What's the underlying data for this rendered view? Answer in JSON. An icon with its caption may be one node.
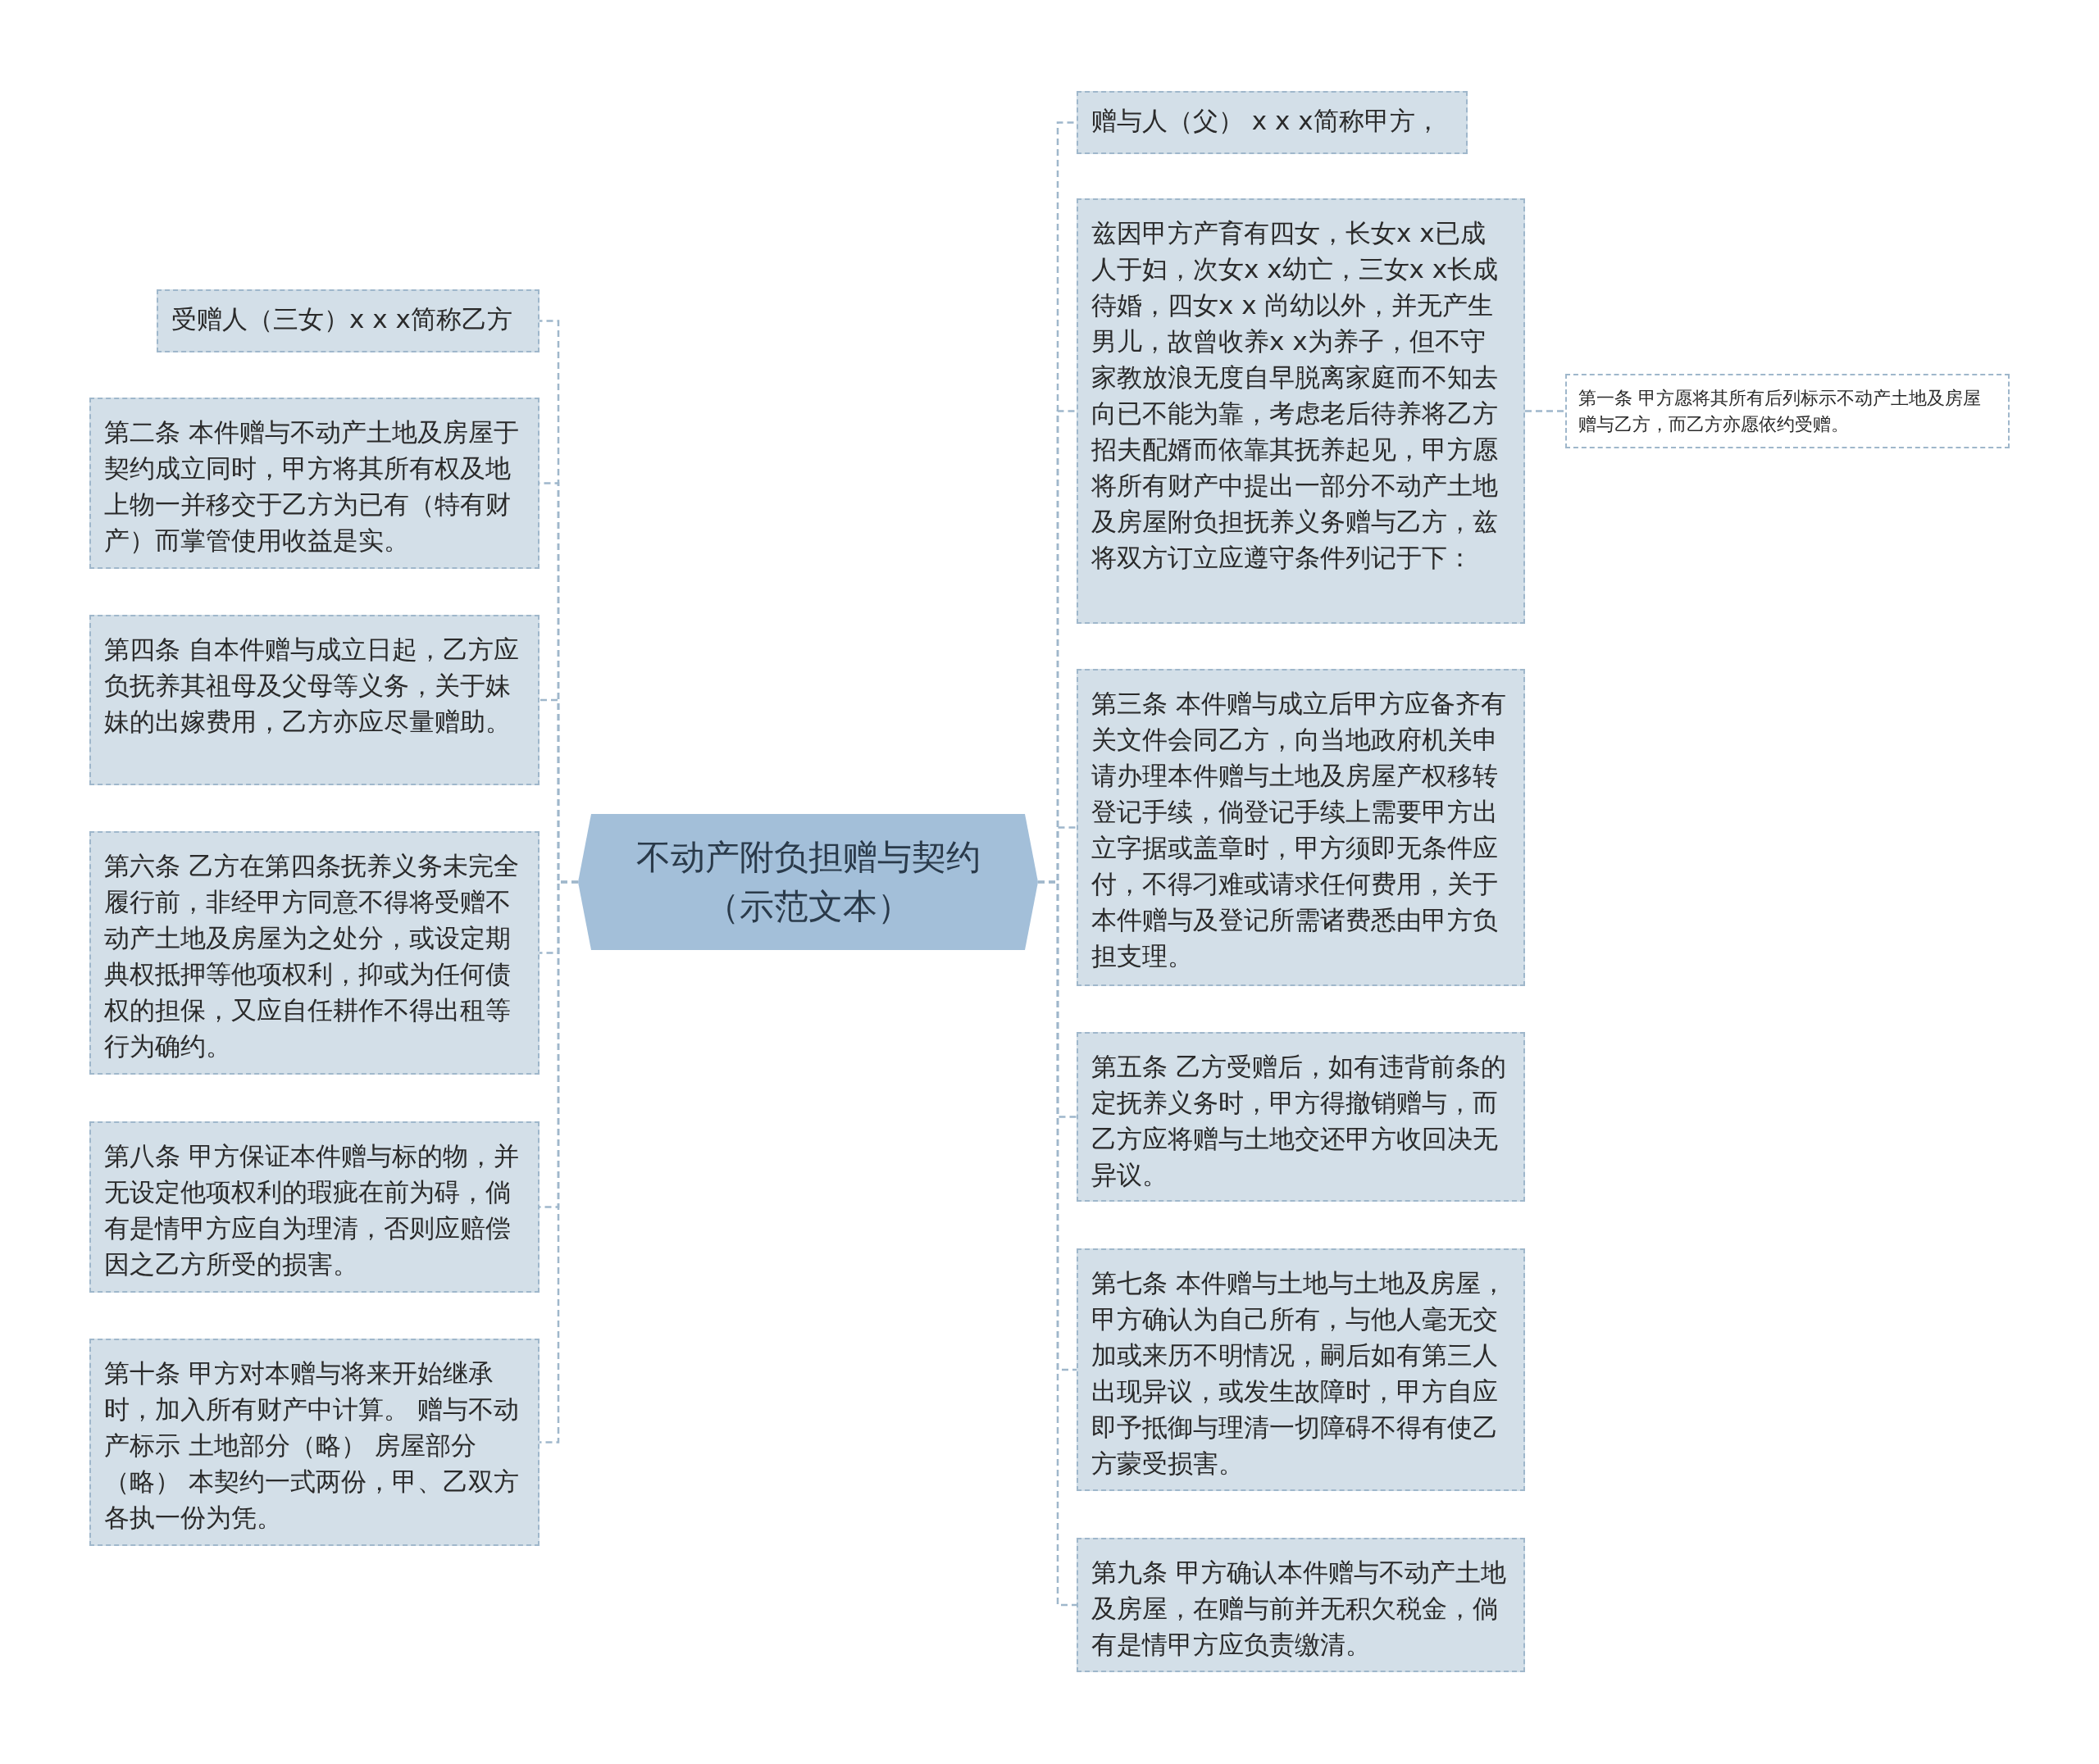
{
  "diagram": {
    "nodes": [
      {
        "text": [
          "不动产附负担赠与契约（示范文本）"
        ]
      },
      {
        "text": [
          "赠与人（父） x x x简称甲方，"
        ]
      },
      {
        "text": [
          "兹因甲方产育有四女，长女x x已成人于妇，次女x x幼亡，三女x x长成待婚，四女x x 尚幼以外，并无产生男儿，故曾收养x x为养子，但不守家教放浪无度自早脱离家庭而不知去向已不能为靠，考虑老后待养将乙方招夫配婿而依靠其抚养起见，甲方愿将所有财产中提出一部分不动产土地及房屋附负担抚养义务赠与乙方，兹将双方订立应遵守条件列记于下："
        ]
      },
      {
        "text": [
          "第一条 甲方愿将其所有后列标示不动产土地及房屋赠与乙方，而乙方亦愿依约受赠。"
        ]
      },
      {
        "text": [
          "第三条 本件赠与成立后甲方应备齐有关文件会同乙方，向当地政府机关申请办理本件赠与土地及房屋产权移转登记手续，倘登记手续上需要甲方出立字据或盖章时，甲方须即无条件应付，不得刁难或请求任何费用，关于本件赠与及登记所需诸费悉由甲方负担支理。"
        ]
      },
      {
        "text": [
          "第五条 乙方受赠后，如有违背前条的定抚养义务时，甲方得撤销赠与，而乙方应将赠与土地交还甲方收回决无异议。"
        ]
      },
      {
        "text": [
          "第七条 本件赠与土地与土地及房屋，甲方确认为自己所有，与他人毫无交加或来历不明情况，嗣后如有第三人出现异议，或发生故障时，甲方自应即予抵御与理清一切障碍不得有使乙方蒙受损害。"
        ]
      },
      {
        "text": [
          "第九条 甲方确认本件赠与不动产土地及房屋，在赠与前并无积欠税金，倘有是情甲方应负责缴清。"
        ]
      },
      {
        "text": [
          "受赠人（三女）x x x简称乙方"
        ]
      },
      {
        "text": [
          "第二条 本件赠与不动产土地及房屋于契约成立同时，甲方将其所有权及地上物一并移交于乙方为已有（特有财产）而掌管使用收益是实。"
        ]
      },
      {
        "text": [
          "第四条 自本件赠与成立日起，乙方应负抚养其祖母及父母等义务，关于妹妹的出嫁费用，乙方亦应尽量赠助。"
        ]
      },
      {
        "text": [
          "第六条 乙方在第四条抚养义务未完全履行前，非经甲方同意不得将受赠不动产土地及房屋为之处分，或设定期典权抵押等他项权利，抑或为任何债权的担保，又应自任耕作不得出租等行为确约。"
        ]
      },
      {
        "text": [
          "第八条 甲方保证本件赠与标的物，并无设定他项权利的瑕疵在前为碍，倘有是情甲方应自为理清，否则应赔偿因之乙方所受的损害。"
        ]
      },
      {
        "text": [
          "第十条 甲方对本赠与将来开始继承时，加入所有财产中计算。 赠与不动产标示 土地部分（略） 房屋部分（略） 本契约一式两份，甲、乙双方各执一份为凭。"
        ]
      }
    ],
    "edges": [
      {
        "from": 0,
        "to": 1,
        "arrow": "none"
      },
      {
        "from": 0,
        "to": 2,
        "arrow": "none"
      },
      {
        "from": 2,
        "to": 3,
        "arrow": "none"
      },
      {
        "from": 0,
        "to": 4,
        "arrow": "none"
      },
      {
        "from": 0,
        "to": 5,
        "arrow": "none"
      },
      {
        "from": 0,
        "to": 6,
        "arrow": "none"
      },
      {
        "from": 0,
        "to": 7,
        "arrow": "none"
      },
      {
        "from": 0,
        "to": 8,
        "arrow": "none"
      },
      {
        "from": 0,
        "to": 9,
        "arrow": "none"
      },
      {
        "from": 0,
        "to": 10,
        "arrow": "none"
      },
      {
        "from": 0,
        "to": 11,
        "arrow": "none"
      },
      {
        "from": 0,
        "to": 12,
        "arrow": "none"
      },
      {
        "from": 0,
        "to": 13,
        "arrow": "none"
      }
    ]
  }
}
